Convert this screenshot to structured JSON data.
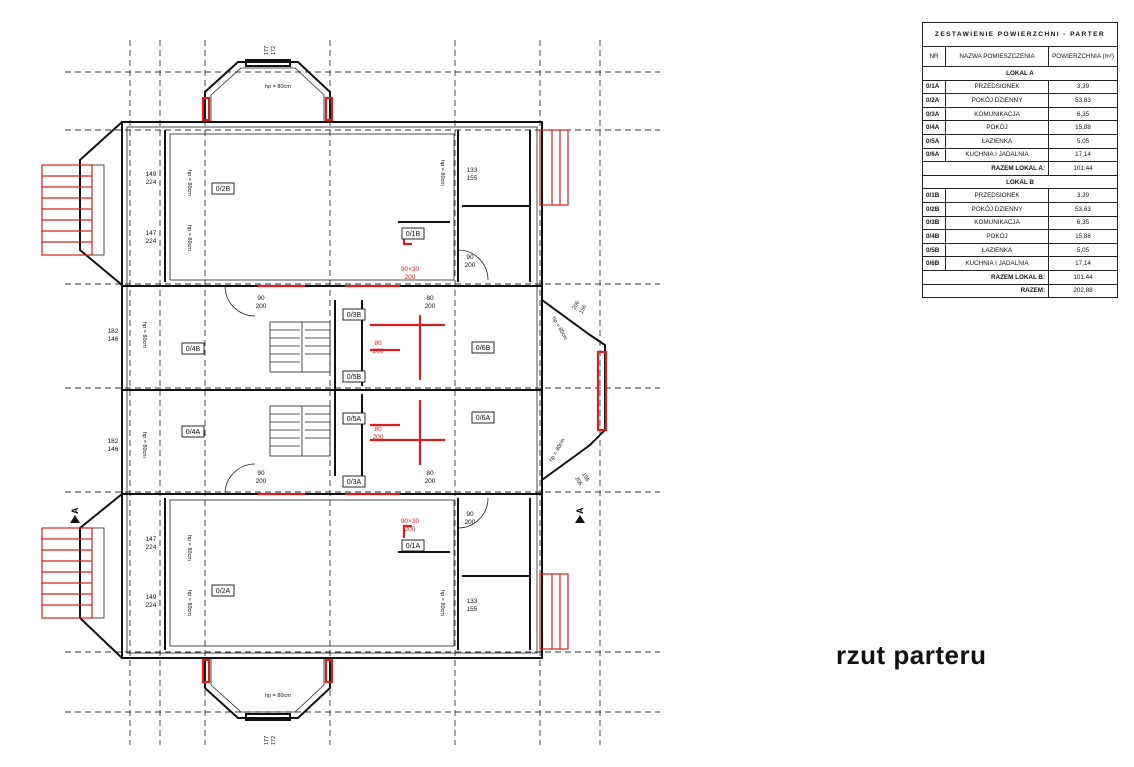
{
  "table": {
    "title": "ZESTAWIENIE POWIERZCHNI - PARTER",
    "header": {
      "nr": "NR",
      "name": "NAZWA POMIESZCZENIA",
      "area": "POWIERZCHNIA (m²)"
    },
    "sections": [
      {
        "name": "LOKAL A",
        "rows": [
          {
            "nr": "0/1A",
            "name": "PRZEDSIONEK",
            "area": "3,39"
          },
          {
            "nr": "0/2A",
            "name": "POKÓJ DZIENNY",
            "area": "53,63"
          },
          {
            "nr": "0/3A",
            "name": "KOMUNIKACJA",
            "area": "6,35"
          },
          {
            "nr": "0/4A",
            "name": "POKÓJ",
            "area": "15,88"
          },
          {
            "nr": "0/5A",
            "name": "ŁAZIENKA",
            "area": "5,05"
          },
          {
            "nr": "0/6A",
            "name": "KUCHNIA I JADALNIA",
            "area": "17,14"
          }
        ],
        "total_label": "RAZEM LOKAL A:",
        "total": "101.44"
      },
      {
        "name": "LOKAL B",
        "rows": [
          {
            "nr": "0/1B",
            "name": "PRZEDSIONEK",
            "area": "3,39"
          },
          {
            "nr": "0/2B",
            "name": "POKÓJ DZIENNY",
            "area": "53,63"
          },
          {
            "nr": "0/3B",
            "name": "KOMUNIKACJA",
            "area": "6,35"
          },
          {
            "nr": "0/4B",
            "name": "POKÓJ",
            "area": "15,88"
          },
          {
            "nr": "0/5B",
            "name": "ŁAZIENKA",
            "area": "5,05"
          },
          {
            "nr": "0/6B",
            "name": "KUCHNIA I JADALNIA",
            "area": "17,14"
          }
        ],
        "total_label": "RAZEM LOKAL B:",
        "total": "101.44"
      }
    ],
    "grand_total_label": "RAZEM:",
    "grand_total": "202,88"
  },
  "caption": "rzut parteru",
  "plan": {
    "room_tags": {
      "r2B": "0/2B",
      "r1B": "0/1B",
      "r4B": "0/4B",
      "r3B": "0/3B",
      "r5B": "0/5B",
      "r6B": "0/6B",
      "r4A": "0/4A",
      "r5A": "0/5A",
      "r6A": "0/6A",
      "r3A": "0/3A",
      "r1A": "0/1A",
      "r2A": "0/2A"
    },
    "dims": {
      "w149": "149",
      "w224": "224",
      "w147": "147",
      "w182": "182",
      "w146": "146",
      "w133": "133",
      "w155": "155",
      "w90": "90",
      "w200": "200",
      "w80": "80",
      "w177": "177",
      "w172": "172",
      "w206": "206",
      "w156": "156",
      "w90x30": "90×30",
      "sill": "hp = 80cm"
    },
    "section_mark": "A",
    "colors": {
      "walls": "#111111",
      "new_walls": "#d81e1e"
    }
  }
}
